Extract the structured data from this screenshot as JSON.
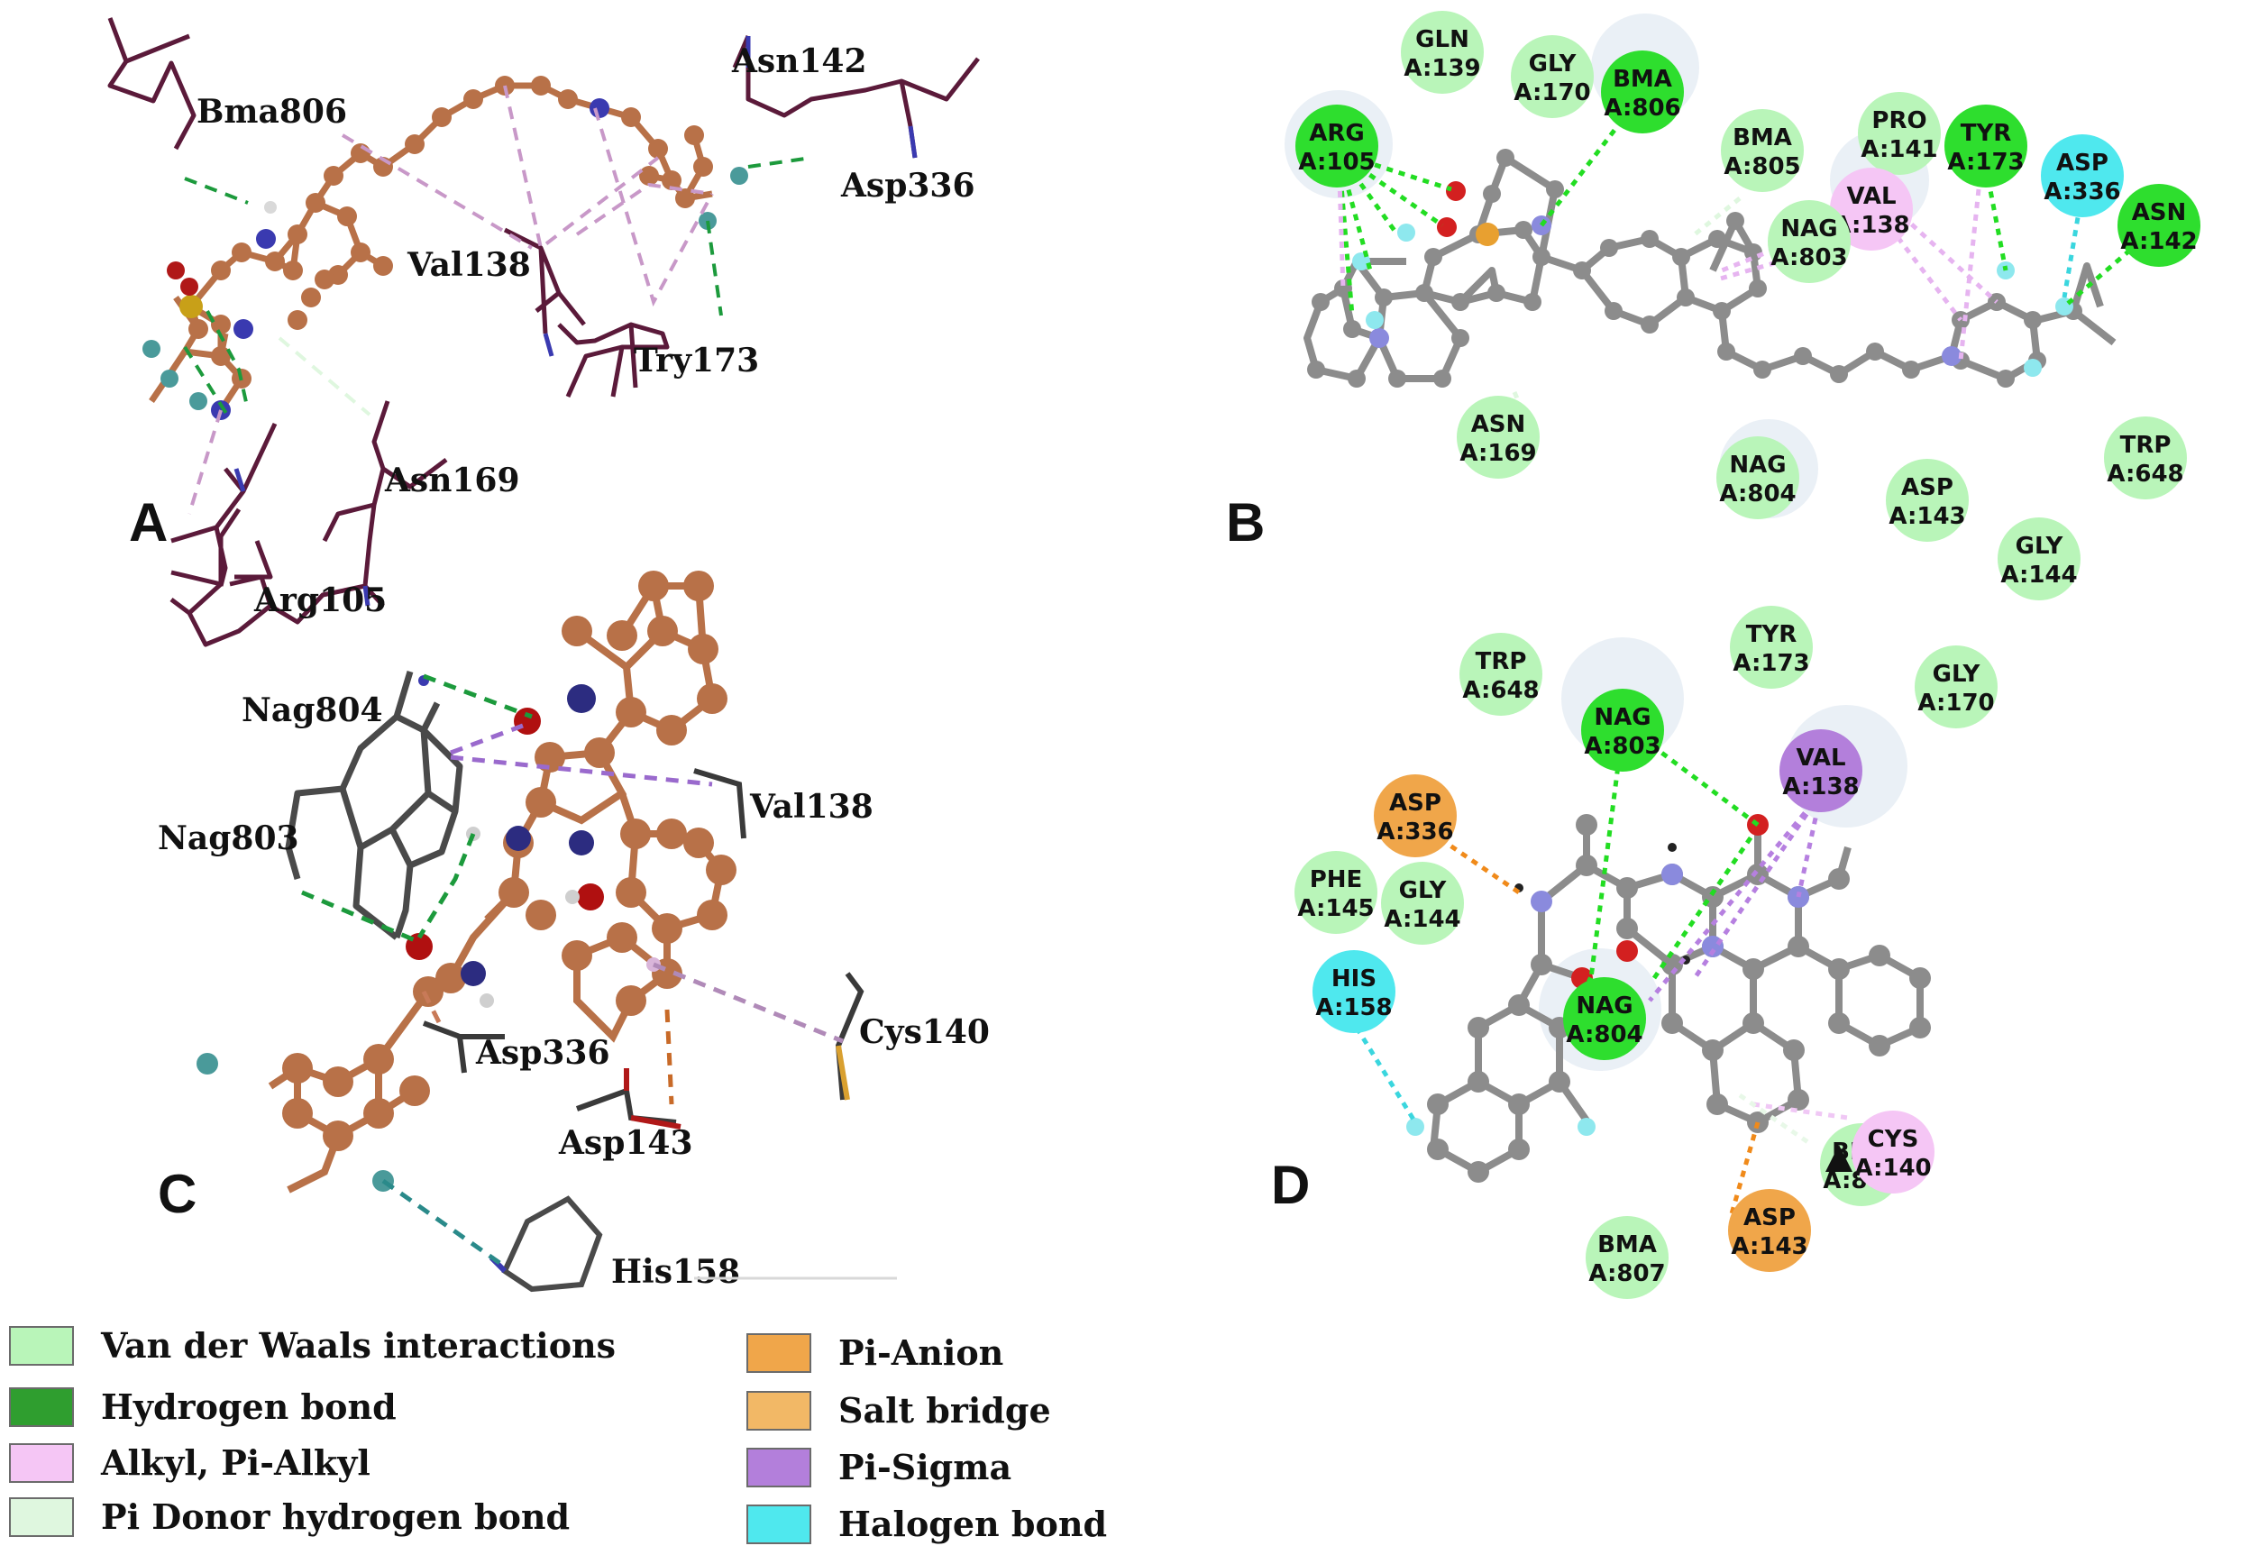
{
  "colors": {
    "vdw": "#b9f5b9",
    "hbond": "#2f9e2f",
    "alkyl": "#f5c6f5",
    "pidonor": "#dff7df",
    "pianion": "#f0a64a",
    "saltbridge": "#f2b866",
    "pisigma": "#b37fdb",
    "halogen": "#4fe8ee",
    "ligand_carbon_3d": "#b87148",
    "ligand_carbon_2d": "#8c8c8c",
    "protein_stick": "#5b1a3a"
  },
  "panels": {
    "a": {
      "label": "A",
      "residues": [
        "Bma806",
        "Asn142",
        "Asp336",
        "Val138",
        "Try173",
        "Asn169",
        "Arg105"
      ]
    },
    "b": {
      "label": "B"
    },
    "c": {
      "label": "C",
      "residues": [
        "Nag804",
        "Nag803",
        "Val138",
        "Asp336",
        "Cys140",
        "Asp143",
        "His158"
      ]
    },
    "d": {
      "label": "D"
    }
  },
  "panel_b_residues": [
    {
      "name": "GLN",
      "id": "A:139",
      "type": "vdw"
    },
    {
      "name": "GLY",
      "id": "A:170",
      "type": "vdw"
    },
    {
      "name": "BMA",
      "id": "A:806",
      "type": "hbond"
    },
    {
      "name": "ARG",
      "id": "A:105",
      "type": "hbond"
    },
    {
      "name": "BMA",
      "id": "A:805",
      "type": "vdw"
    },
    {
      "name": "PRO",
      "id": "A:141",
      "type": "vdw"
    },
    {
      "name": "TYR",
      "id": "A:173",
      "type": "hbond"
    },
    {
      "name": "ASP",
      "id": "A:336",
      "type": "halogen"
    },
    {
      "name": "VAL",
      "id": "A:138",
      "type": "alkyl"
    },
    {
      "name": "NAG",
      "id": "A:803",
      "type": "vdw"
    },
    {
      "name": "ASN",
      "id": "A:142",
      "type": "hbond"
    },
    {
      "name": "ASN",
      "id": "A:169",
      "type": "vdw"
    },
    {
      "name": "NAG",
      "id": "A:804",
      "type": "vdw"
    },
    {
      "name": "ASP",
      "id": "A:143",
      "type": "vdw"
    },
    {
      "name": "TRP",
      "id": "A:648",
      "type": "vdw"
    },
    {
      "name": "GLY",
      "id": "A:144",
      "type": "vdw"
    }
  ],
  "panel_d_residues": [
    {
      "name": "TRP",
      "id": "A:648",
      "type": "vdw"
    },
    {
      "name": "TYR",
      "id": "A:173",
      "type": "vdw"
    },
    {
      "name": "GLY",
      "id": "A:170",
      "type": "vdw"
    },
    {
      "name": "NAG",
      "id": "A:803",
      "type": "hbond"
    },
    {
      "name": "VAL",
      "id": "A:138",
      "type": "pisigma"
    },
    {
      "name": "ASP",
      "id": "A:336",
      "type": "pianion"
    },
    {
      "name": "PHE",
      "id": "A:145",
      "type": "vdw"
    },
    {
      "name": "GLY",
      "id": "A:144",
      "type": "vdw"
    },
    {
      "name": "HIS",
      "id": "A:158",
      "type": "halogen"
    },
    {
      "name": "NAG",
      "id": "A:804",
      "type": "hbond"
    },
    {
      "name": "BMA",
      "id": "A:805",
      "type": "vdw"
    },
    {
      "name": "CYS",
      "id": "A:140",
      "type": "alkyl"
    },
    {
      "name": "ASP",
      "id": "A:143",
      "type": "pianion"
    },
    {
      "name": "BMA",
      "id": "A:807",
      "type": "vdw"
    }
  ],
  "legend": [
    {
      "label": "Van der Waals interactions",
      "color": "#b9f5b9"
    },
    {
      "label": "Hydrogen bond",
      "color": "#2f9e2f"
    },
    {
      "label": "Alkyl, Pi-Alkyl",
      "color": "#f5c6f5"
    },
    {
      "label": "Pi Donor hydrogen bond",
      "color": "#dff7df"
    },
    {
      "label": "Pi-Anion",
      "color": "#f0a64a"
    },
    {
      "label": "Salt bridge",
      "color": "#f2b866"
    },
    {
      "label": "Pi-Sigma",
      "color": "#b37fdb"
    },
    {
      "label": "Halogen bond",
      "color": "#4fe8ee"
    }
  ]
}
